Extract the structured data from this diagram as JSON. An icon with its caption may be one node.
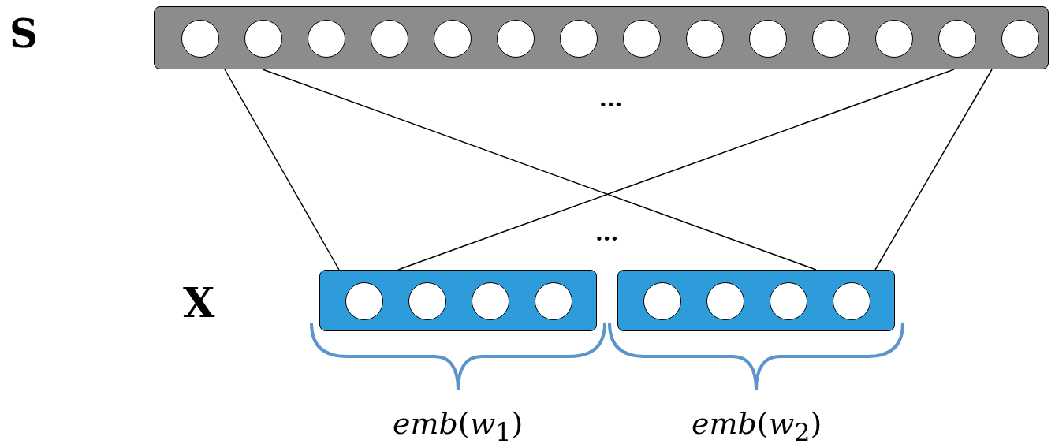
{
  "diagram": {
    "nodes": [
      {
        "text": [],
        "shape": "bar"
      },
      {
        "text": [],
        "shape": "circle",
        "in": 0
      },
      {
        "text": [],
        "shape": "circle",
        "in": 0
      },
      {
        "text": [],
        "shape": "circle",
        "in": 0
      },
      {
        "text": [],
        "shape": "circle",
        "in": 0
      },
      {
        "text": [],
        "shape": "circle",
        "in": 0
      },
      {
        "text": [],
        "shape": "circle",
        "in": 0
      },
      {
        "text": [],
        "shape": "circle",
        "in": 0
      },
      {
        "text": [],
        "shape": "circle",
        "in": 0
      },
      {
        "text": [],
        "shape": "circle",
        "in": 0
      },
      {
        "text": [],
        "shape": "circle",
        "in": 0
      },
      {
        "text": [],
        "shape": "circle",
        "in": 0
      },
      {
        "text": [],
        "shape": "circle",
        "in": 0
      },
      {
        "text": [],
        "shape": "circle",
        "in": 0
      },
      {
        "text": [],
        "shape": "circle",
        "in": 0
      },
      {
        "text": [],
        "shape": "bar"
      },
      {
        "text": [],
        "shape": "circle",
        "in": 15
      },
      {
        "text": [],
        "shape": "circle",
        "in": 15
      },
      {
        "text": [],
        "shape": "circle",
        "in": 15
      },
      {
        "text": [],
        "shape": "circle",
        "in": 15
      },
      {
        "text": [],
        "shape": "bar"
      },
      {
        "text": [],
        "shape": "circle",
        "in": 20
      },
      {
        "text": [],
        "shape": "circle",
        "in": 20
      },
      {
        "text": [],
        "shape": "circle",
        "in": 20
      },
      {
        "text": [],
        "shape": "circle",
        "in": 20
      }
    ],
    "edges": [
      {
        "from": 0,
        "to": 15,
        "arrow": "none"
      },
      {
        "from": 0,
        "to": 20,
        "arrow": "none"
      },
      {
        "from": 0,
        "to": 15,
        "arrow": "none"
      },
      {
        "from": 0,
        "to": 20,
        "arrow": "none"
      }
    ],
    "labels": [
      "S",
      "...",
      "...",
      "X",
      "*emb*(*w*$_{1}$)",
      "*emb*(*w*$_{2}$)"
    ]
  }
}
